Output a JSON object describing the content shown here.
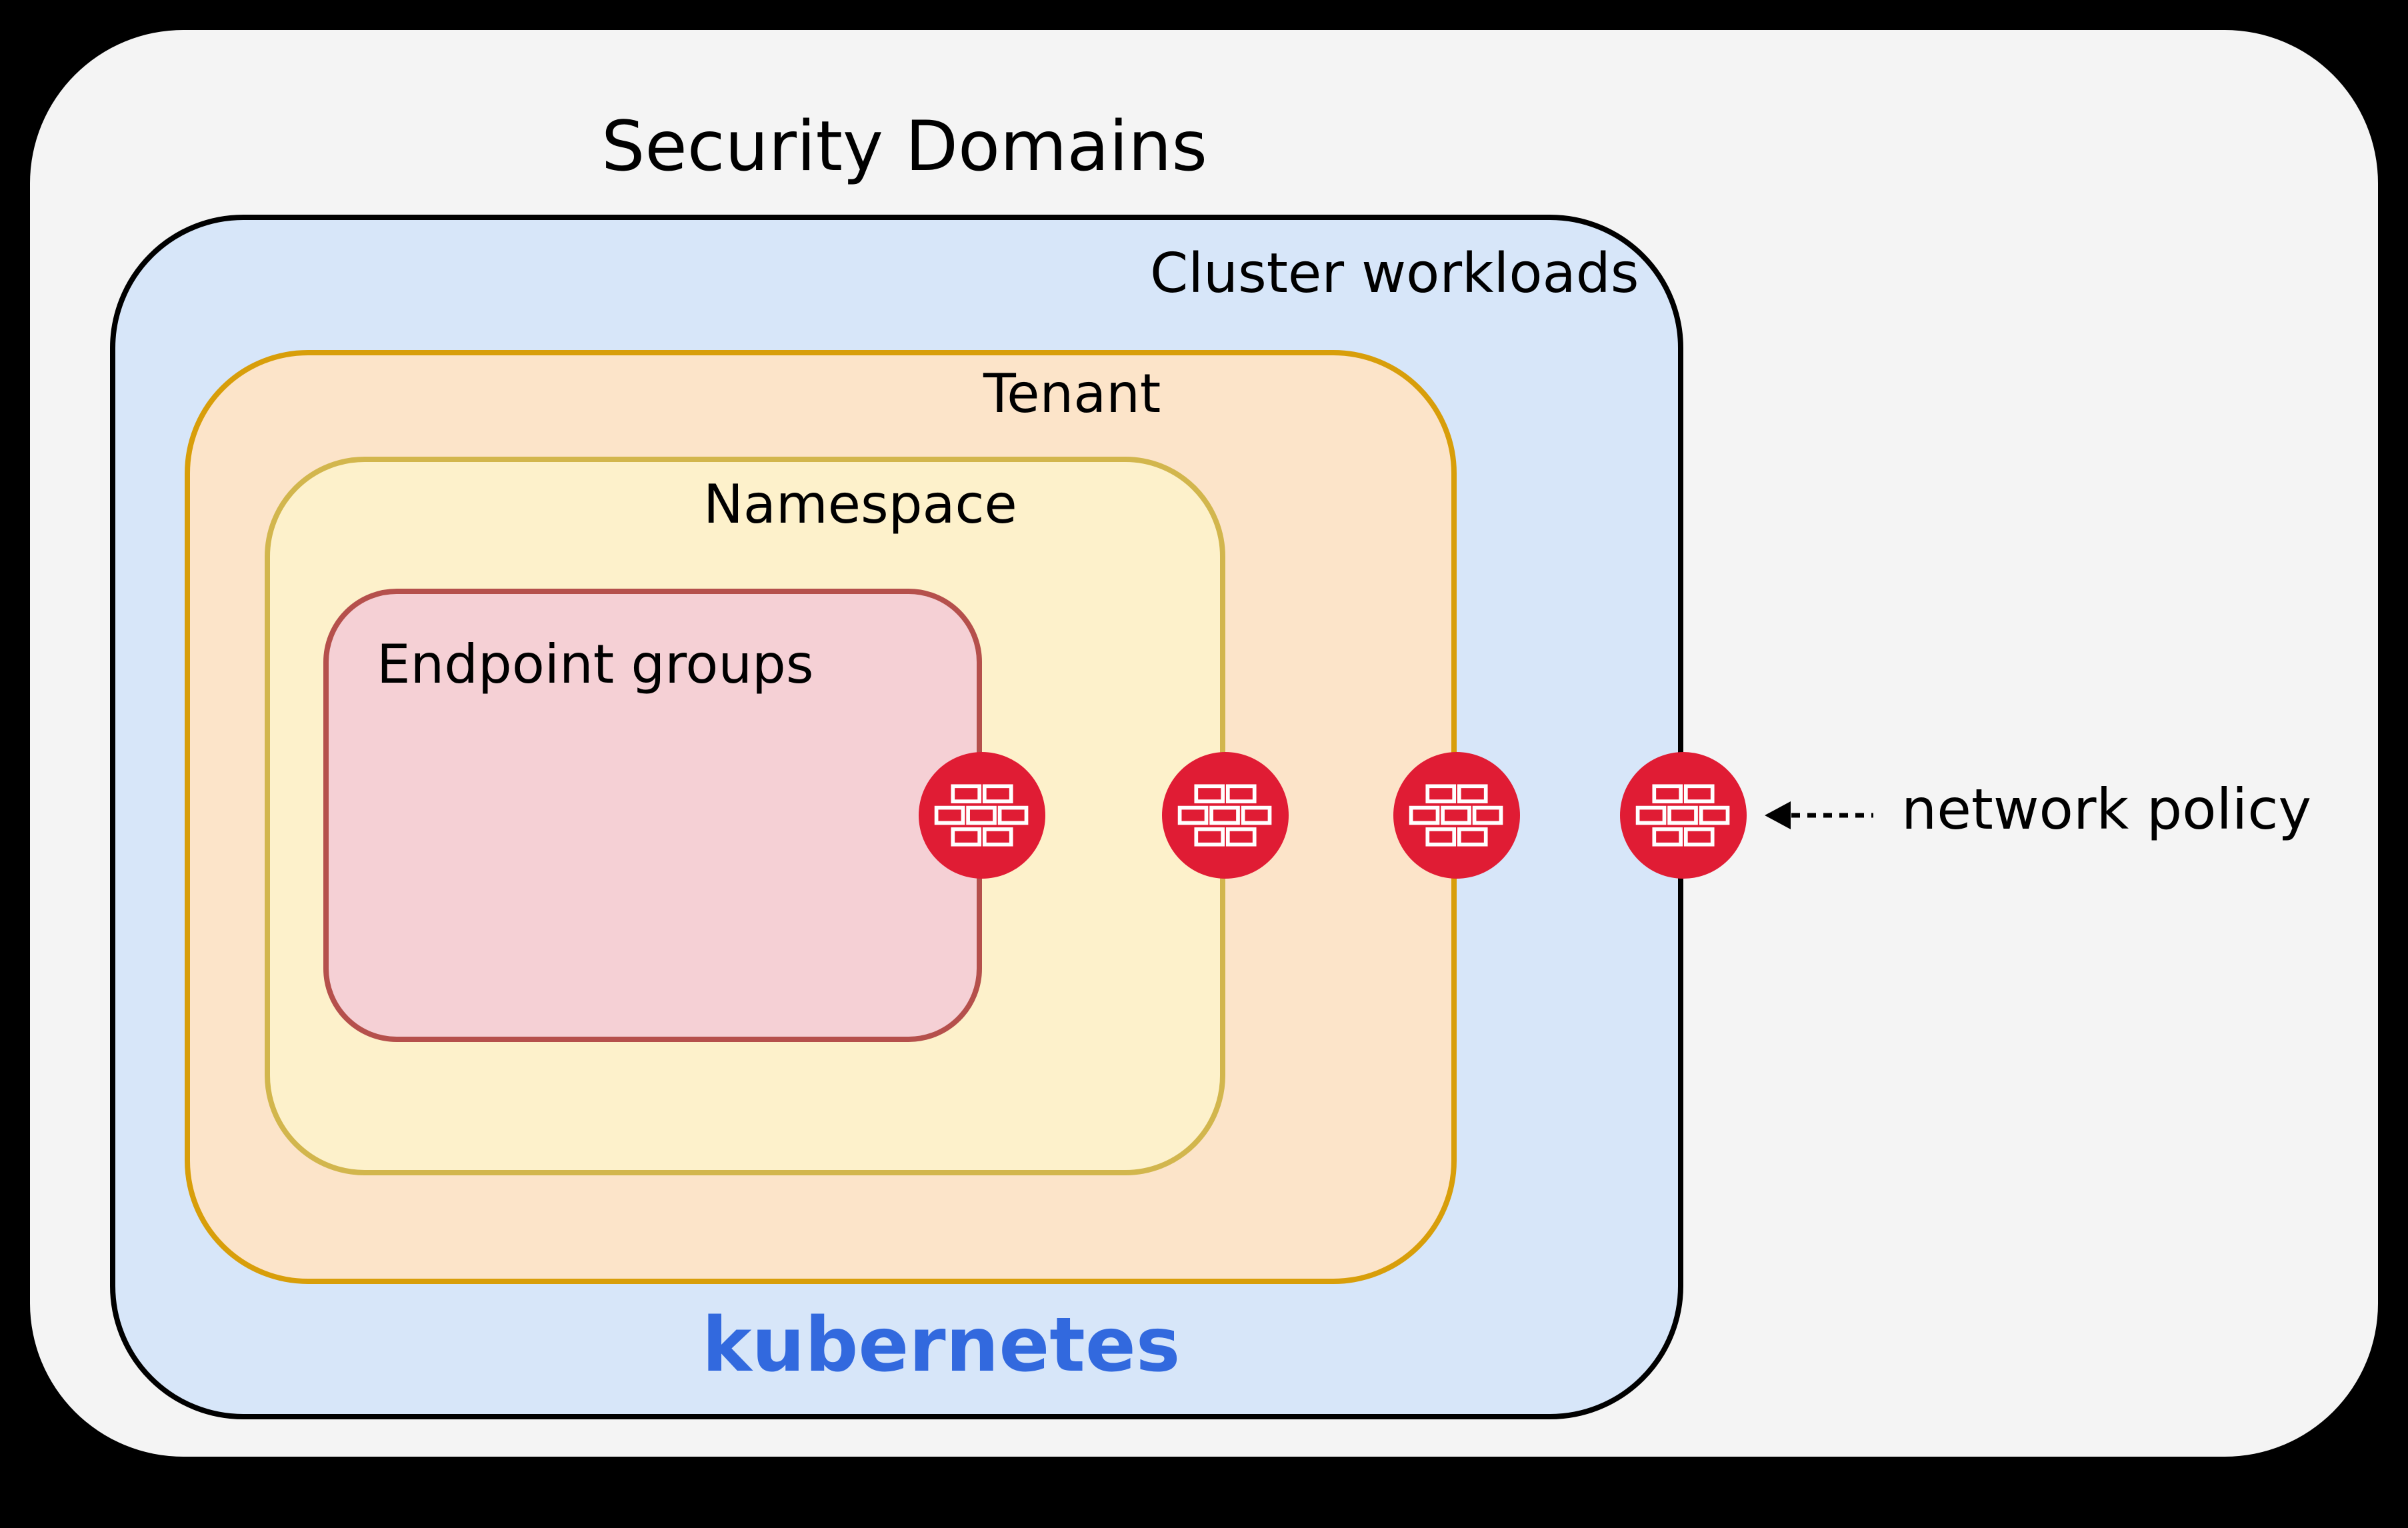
{
  "colors": {
    "bg": "#000000",
    "panel": "#f4f4f4",
    "cluster-fill": "#d7e6f9",
    "cluster-border": "#000000",
    "tenant-fill": "#fce4c9",
    "tenant-border": "#d89e0a",
    "namespace-fill": "#fdf1cb",
    "namespace-border": "#d2b64d",
    "endpoint-fill": "#f5d0d5",
    "endpoint-border": "#b5504c",
    "firewall-red": "#e01c34",
    "k8s-blue": "#3269de",
    "ink": "#000000"
  },
  "diagram": {
    "title": "Security Domains",
    "domains": {
      "cluster": {
        "label": "Cluster workloads"
      },
      "tenant": {
        "label": "Tenant"
      },
      "namespace": {
        "label": "Namespace"
      },
      "endpoint_groups": {
        "label": "Endpoint groups"
      }
    },
    "platform_label": "kubernetes",
    "annotation": {
      "label": "network policy"
    },
    "icons": {
      "firewall": "brick-wall-firewall-icon",
      "firewall_count": 4,
      "arrow": "dashed-left-arrow"
    }
  }
}
